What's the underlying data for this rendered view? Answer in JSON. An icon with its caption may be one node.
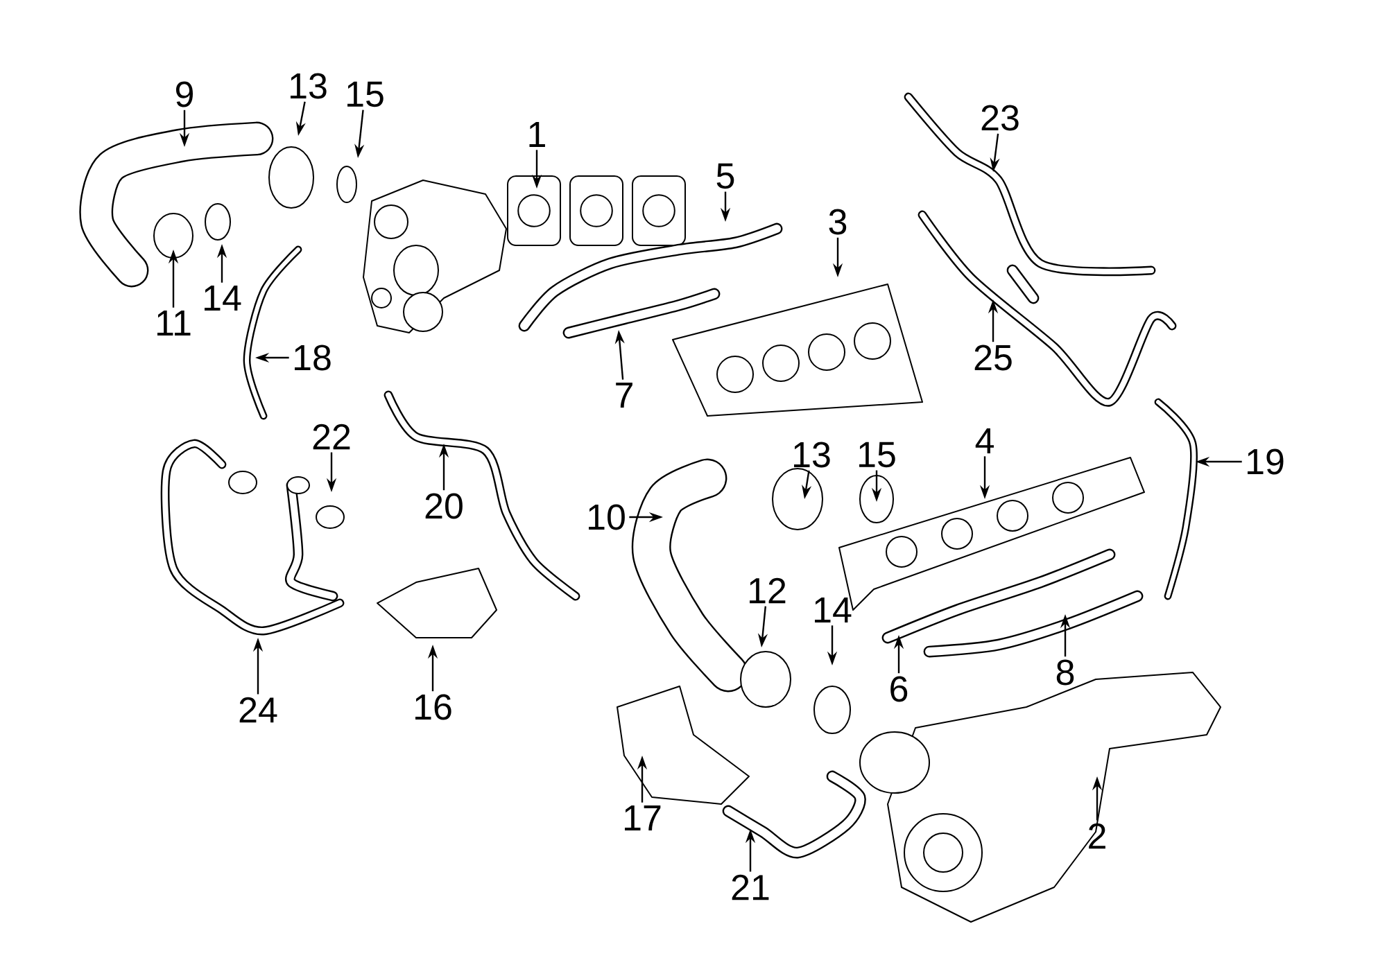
{
  "diagram": {
    "nodes": [
      {
        "text": [
          "9"
        ]
      },
      {
        "text": [
          "13"
        ]
      },
      {
        "text": [
          "15"
        ]
      },
      {
        "text": [
          "1"
        ]
      },
      {
        "text": [
          "5"
        ]
      },
      {
        "text": [
          "3"
        ]
      },
      {
        "text": [
          "23"
        ]
      },
      {
        "text": [
          "11"
        ]
      },
      {
        "text": [
          "14"
        ]
      },
      {
        "text": [
          "18"
        ]
      },
      {
        "text": [
          "7"
        ]
      },
      {
        "text": [
          "25"
        ]
      },
      {
        "text": [
          "19"
        ]
      },
      {
        "text": [
          "22"
        ]
      },
      {
        "text": [
          "20"
        ]
      },
      {
        "text": [
          "13"
        ]
      },
      {
        "text": [
          "15"
        ]
      },
      {
        "text": [
          "4"
        ]
      },
      {
        "text": [
          "10"
        ]
      },
      {
        "text": [
          "12"
        ]
      },
      {
        "text": [
          "14"
        ]
      },
      {
        "text": [
          "6"
        ]
      },
      {
        "text": [
          "8"
        ]
      },
      {
        "text": [
          "24"
        ]
      },
      {
        "text": [
          "16"
        ]
      },
      {
        "text": [
          "17"
        ]
      },
      {
        "text": [
          "2"
        ]
      },
      {
        "text": [
          "21"
        ]
      }
    ],
    "edges": [
      {
        "from": 0,
        "to": null,
        "arrow": "to"
      },
      {
        "from": 1,
        "to": null,
        "arrow": "to"
      },
      {
        "from": 2,
        "to": null,
        "arrow": "to"
      },
      {
        "from": 3,
        "to": null,
        "arrow": "to"
      },
      {
        "from": 4,
        "to": null,
        "arrow": "to"
      },
      {
        "from": 5,
        "to": null,
        "arrow": "to"
      },
      {
        "from": 6,
        "to": null,
        "arrow": "to"
      },
      {
        "from": 7,
        "to": null,
        "arrow": "to"
      },
      {
        "from": 8,
        "to": null,
        "arrow": "to"
      },
      {
        "from": 9,
        "to": null,
        "arrow": "to"
      },
      {
        "from": 10,
        "to": null,
        "arrow": "to"
      },
      {
        "from": 11,
        "to": null,
        "arrow": "to"
      },
      {
        "from": 12,
        "to": null,
        "arrow": "to"
      },
      {
        "from": 13,
        "to": null,
        "arrow": "to"
      },
      {
        "from": 14,
        "to": null,
        "arrow": "to"
      },
      {
        "from": 15,
        "to": null,
        "arrow": "to"
      },
      {
        "from": 16,
        "to": null,
        "arrow": "to"
      },
      {
        "from": 17,
        "to": null,
        "arrow": "to"
      },
      {
        "from": 18,
        "to": null,
        "arrow": "to"
      },
      {
        "from": 19,
        "to": null,
        "arrow": "to"
      },
      {
        "from": 20,
        "to": null,
        "arrow": "to"
      },
      {
        "from": 21,
        "to": null,
        "arrow": "to"
      },
      {
        "from": 22,
        "to": null,
        "arrow": "to"
      },
      {
        "from": 23,
        "to": null,
        "arrow": "to"
      },
      {
        "from": 24,
        "to": null,
        "arrow": "to"
      },
      {
        "from": 25,
        "to": null,
        "arrow": "to"
      },
      {
        "from": 26,
        "to": null,
        "arrow": "to"
      },
      {
        "from": 27,
        "to": null,
        "arrow": "to"
      }
    ]
  }
}
